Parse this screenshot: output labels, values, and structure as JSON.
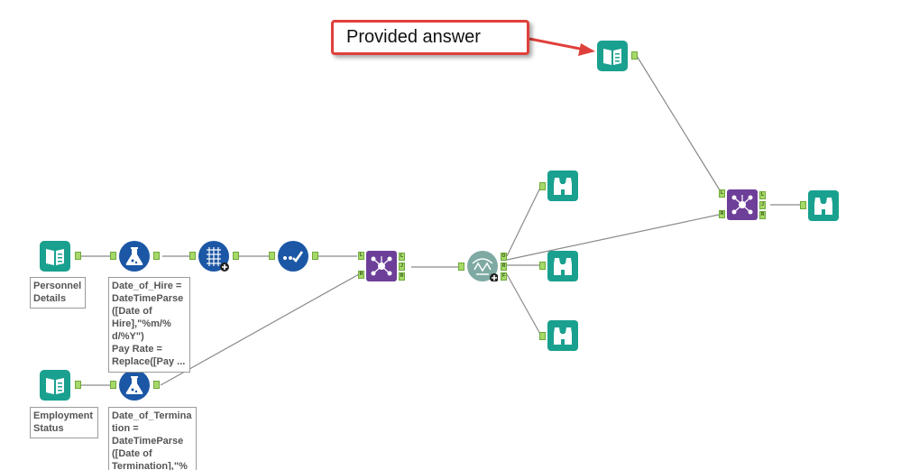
{
  "callout": {
    "text": "Provided answer"
  },
  "colors": {
    "input": "#1aa08f",
    "formula": "#1c57a5",
    "crosstab": "#1c57a5",
    "select": "#1c57a5",
    "join": "#6d3f99",
    "union": "#7faaa3",
    "browse": "#1aa08f",
    "callout_border": "#e0403c",
    "arrow": "#e0403c"
  },
  "tools": [
    {
      "id": "input-personnel",
      "icon": "book-icon"
    },
    {
      "id": "formula-hire",
      "icon": "flask-icon"
    },
    {
      "id": "crosstab",
      "icon": "crosstab-icon"
    },
    {
      "id": "select",
      "icon": "checkmark-icon"
    },
    {
      "id": "join-1",
      "icon": "join-icon"
    },
    {
      "id": "union",
      "icon": "union-icon"
    },
    {
      "id": "browse-top",
      "icon": "binoculars-icon"
    },
    {
      "id": "browse-mid",
      "icon": "binoculars-icon"
    },
    {
      "id": "browse-bottom",
      "icon": "binoculars-icon"
    },
    {
      "id": "input-provided",
      "icon": "book-icon"
    },
    {
      "id": "join-2",
      "icon": "join-icon"
    },
    {
      "id": "browse-final",
      "icon": "binoculars-icon"
    },
    {
      "id": "input-employment",
      "icon": "book-icon"
    },
    {
      "id": "formula-term",
      "icon": "flask-icon"
    }
  ],
  "annotations": {
    "personnel": "Personnel\nDetails",
    "employment": "Employment\nStatus",
    "formula_hire": "Date_of_Hire =\nDateTimeParse\n([Date of\nHire],\"%m/%\nd/%Y\")\nPay Rate =\nReplace([Pay ...",
    "formula_term": "Date_of_Termina\ntion =\nDateTimeParse\n([Date of\nTermination],\"%"
  },
  "anchors": {
    "join_left": "L",
    "join_right": "R",
    "join_out_l": "L",
    "join_out_j": "J",
    "join_out_r": "R",
    "union_out_o": "O",
    "union_out_r": "R",
    "union_out_f": "F"
  }
}
